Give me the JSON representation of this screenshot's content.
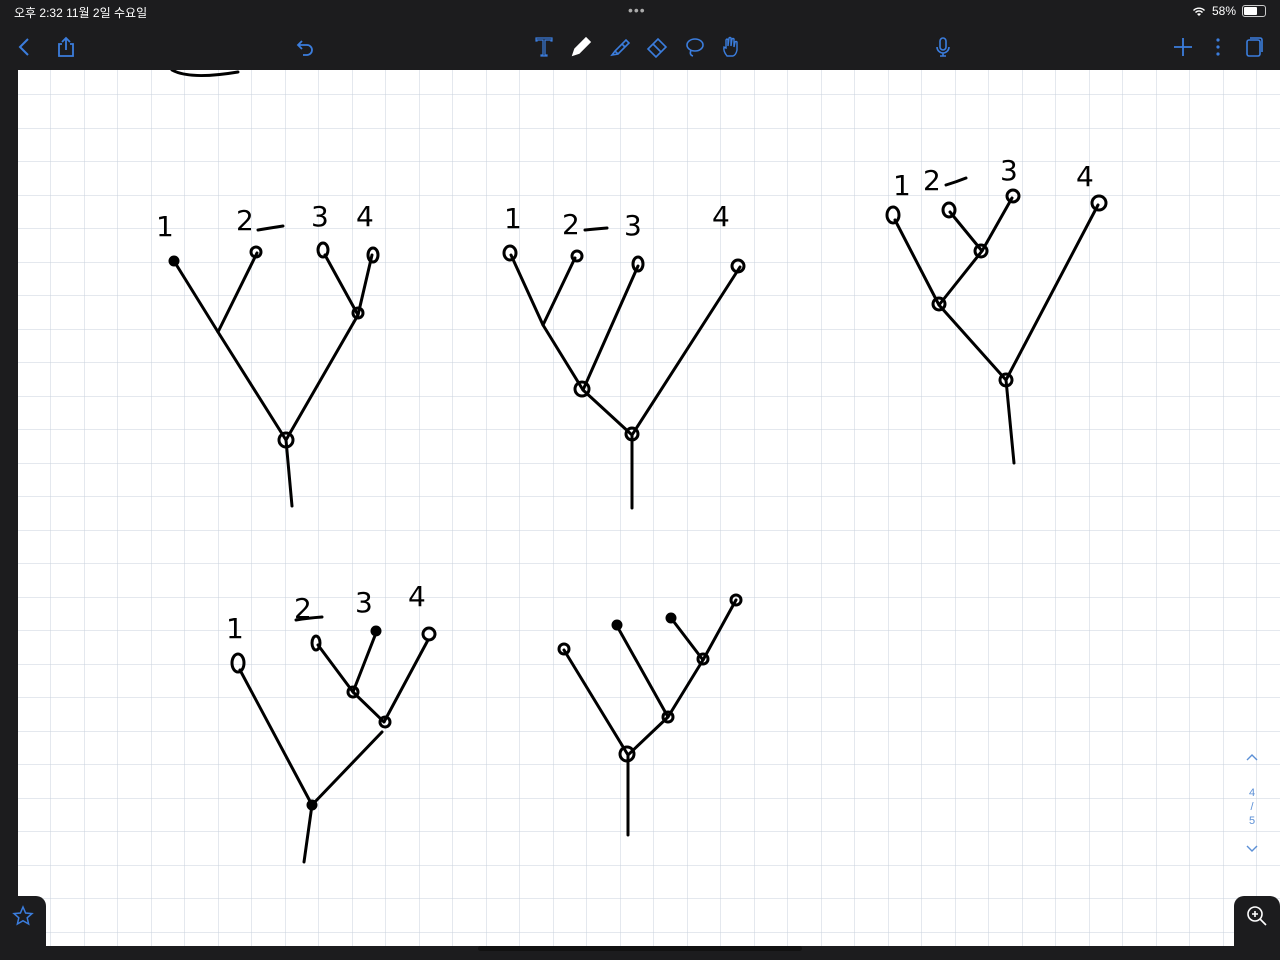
{
  "status": {
    "time_date": "오후 2:32   11월 2일 수요일",
    "more_dots": "•••",
    "battery_text": "58%",
    "battery_level": 0.58
  },
  "toolbar": {
    "icons": [
      "back-icon",
      "share-icon",
      "undo-icon",
      "text-tool-icon",
      "pen-icon",
      "highlighter-icon",
      "eraser-icon",
      "lasso-icon",
      "hand-icon",
      "microphone-icon",
      "add-icon",
      "more-icon",
      "pages-icon"
    ]
  },
  "colors": {
    "chrome": "#1c1c1e",
    "accent": "#3b7ddd",
    "grid": "#c8d2dc",
    "ink": "#000000"
  },
  "pager": {
    "current": "4",
    "total": "5",
    "separator": "/"
  },
  "handwriting": {
    "tree1_labels": [
      "1",
      "2",
      "3",
      "4"
    ],
    "tree2_labels": [
      "1",
      "2",
      "3",
      "4"
    ],
    "tree3_labels": [
      "1",
      "2",
      "3",
      "4"
    ],
    "tree4_labels": [
      "1",
      "2",
      "3",
      "4"
    ]
  }
}
